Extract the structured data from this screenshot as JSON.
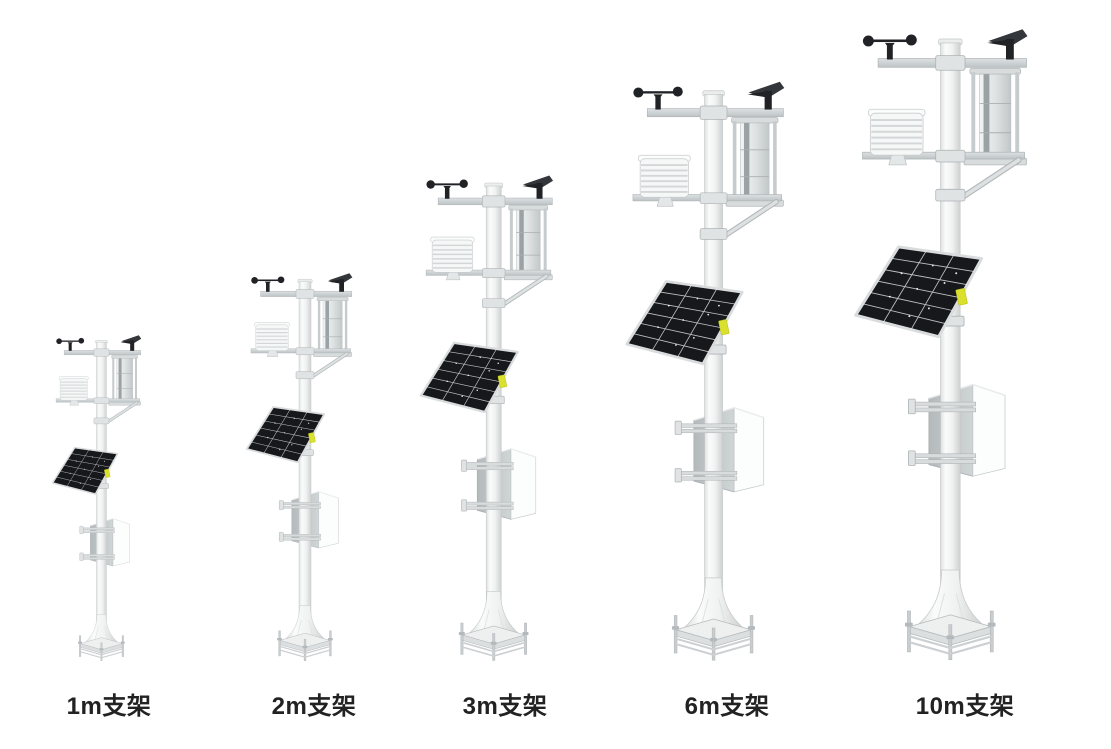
{
  "figure": {
    "title": "",
    "type": "product-size-lineup",
    "item_count": 5
  },
  "stations": [
    {
      "id": "1m",
      "label": "1m支架"
    },
    {
      "id": "2m",
      "label": "2m支架"
    },
    {
      "id": "3m",
      "label": "3m支架"
    },
    {
      "id": "6m",
      "label": "6m支架"
    },
    {
      "id": "10m",
      "label": "10m支架"
    }
  ],
  "colors": {
    "background": "#ffffff",
    "label_text": "#222222",
    "pole_light": "#f2f3f3",
    "metal_gray": "#c9ced0",
    "sensor_black": "#202226",
    "solar_panel": "#17181c",
    "solar_grid": "#e8ebed",
    "warning_tag": "#d9e02e",
    "enclosure_front": "#fcfdfd",
    "enclosure_side": "#bcc2c4"
  }
}
